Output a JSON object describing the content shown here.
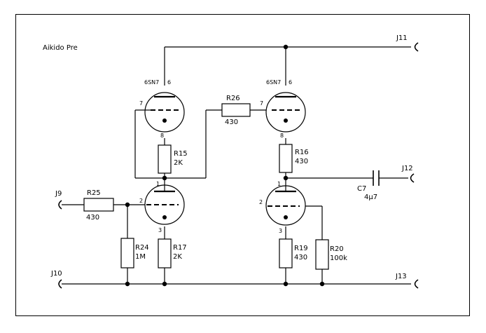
{
  "title": "Aikido Pre",
  "jacks": {
    "j9": "J9",
    "j10": "J10",
    "j11": "J11",
    "j12": "J12",
    "j13": "J13"
  },
  "tubes": {
    "v_top_left": {
      "type": "6SN7",
      "plate_pin": "6",
      "grid_pin": "7",
      "cathode_pin": "8"
    },
    "v_top_right": {
      "type": "6SN7",
      "plate_pin": "6",
      "grid_pin": "7",
      "cathode_pin": "8"
    },
    "v_bot_left": {
      "plate_pin": "1",
      "grid_pin": "2",
      "cathode_pin": "3"
    },
    "v_bot_right": {
      "plate_pin": "1",
      "grid_pin": "2",
      "cathode_pin": "3"
    }
  },
  "resistors": {
    "r15": {
      "ref": "R15",
      "value": "2K"
    },
    "r16": {
      "ref": "R16",
      "value": "430"
    },
    "r17": {
      "ref": "R17",
      "value": "2K"
    },
    "r19": {
      "ref": "R19",
      "value": "430"
    },
    "r20": {
      "ref": "R20",
      "value": "100k"
    },
    "r24": {
      "ref": "R24",
      "value": "1M"
    },
    "r25": {
      "ref": "R25",
      "value": "430"
    },
    "r26": {
      "ref": "R26",
      "value": "430"
    }
  },
  "capacitors": {
    "c7": {
      "ref": "C7",
      "value": "4µ7"
    }
  }
}
